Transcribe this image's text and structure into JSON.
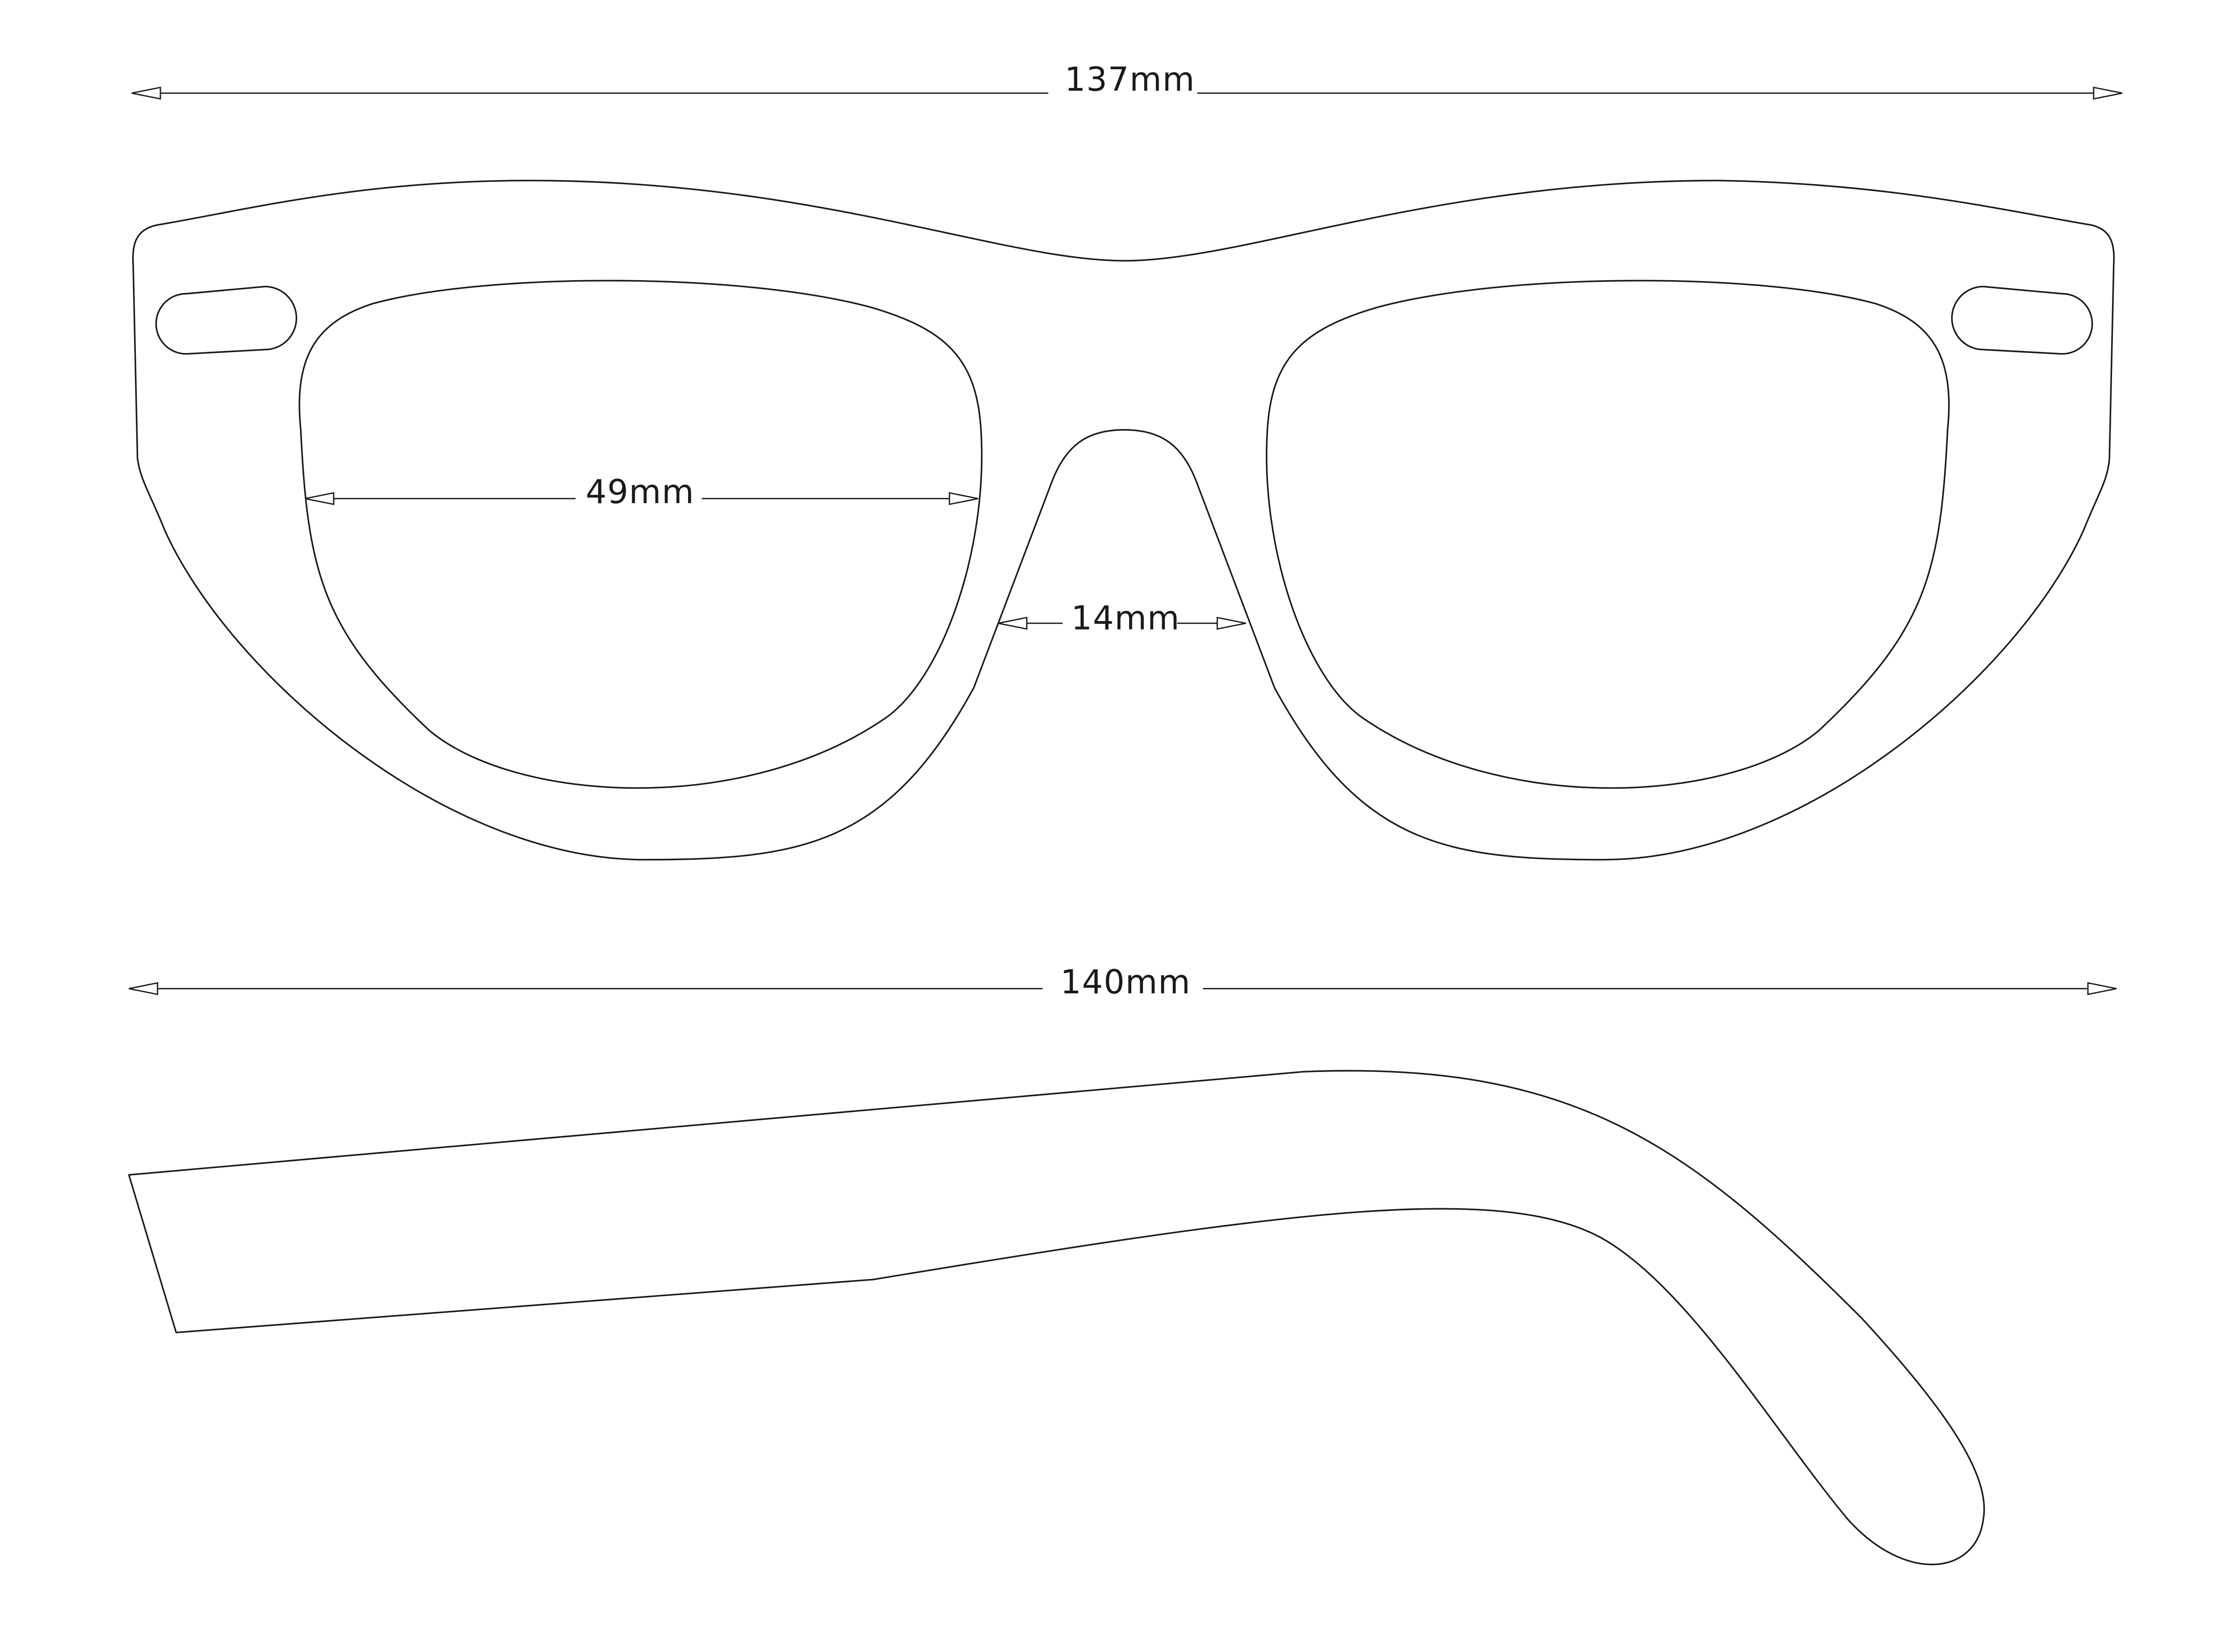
{
  "diagram": {
    "subject": "glasses-frame-dimensions",
    "dimensions": {
      "frame_width": "137mm",
      "lens_width": "49mm",
      "bridge_width": "14mm",
      "temple_length": "140mm"
    },
    "colors": {
      "line": "#1a1a1a",
      "background": "#ffffff"
    }
  }
}
